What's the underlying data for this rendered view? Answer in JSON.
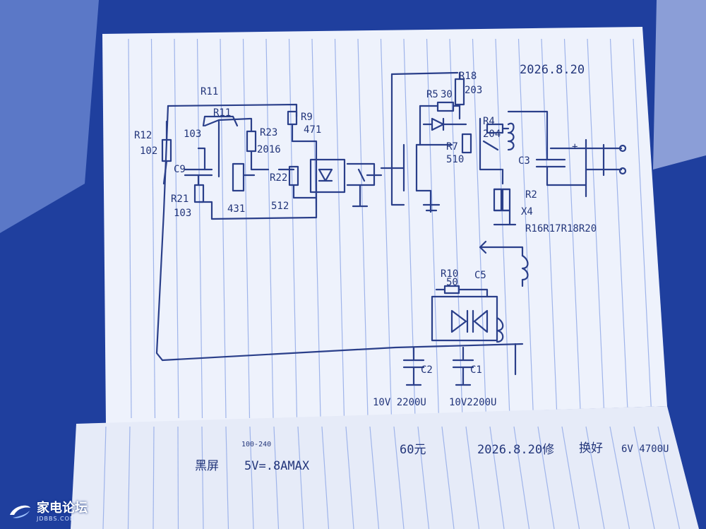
{
  "colors": {
    "background": "#1f3f9e",
    "paper": "#eef2fc",
    "ink": "#2a3f8a",
    "rule_lines": "#9fb4ea"
  },
  "schematic": {
    "date": "2026.8.20",
    "labels": {
      "r_top": "R11",
      "r11": "R11",
      "r12": "R12",
      "r12_value": "102",
      "r11_value": "103",
      "r23": "R23",
      "r23_value": "2016",
      "r9": "R9",
      "r9_value": "471",
      "c9": "C9",
      "r21": "R21",
      "r21_value": "103",
      "r22": "R22",
      "ic_431": "431",
      "r22_value": "512",
      "r18": "R18",
      "r18_value": "203",
      "r5": "R5",
      "r5_value": "30",
      "r4": "R4",
      "r4_value": "204",
      "r7": "R7",
      "r7_value": "510",
      "c3": "C3",
      "r2": "R2",
      "r2_count": "X4",
      "r_group": "R16R17R18R20",
      "r10": "R10",
      "r10_value": "50",
      "c5": "C5",
      "c2": "C2",
      "c1": "C1",
      "c2_rating": "10V 2200U",
      "c1_rating": "10V2200U",
      "plus_mark": "+"
    }
  },
  "note_bottom": {
    "range": "100-240",
    "brand": "黑屏",
    "spec": "5V=.8AMAX",
    "price": "60元",
    "date_text": "2026.8.20修",
    "extra_chars": "换好",
    "extra_cap": "6V 4700U"
  },
  "watermark": {
    "logo_text": "家电论坛",
    "logo_sub": "JDBBS.COM"
  }
}
